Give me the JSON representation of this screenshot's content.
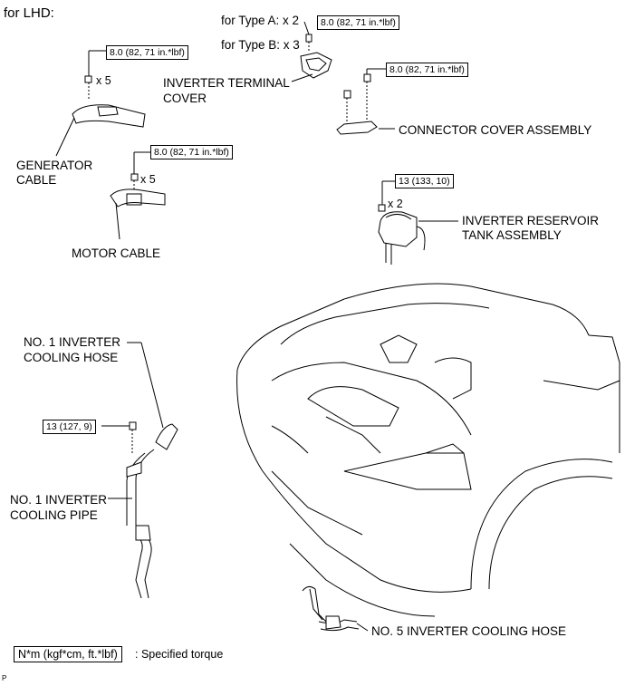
{
  "heading": "for LHD:",
  "type_a": "for Type A: x 2",
  "type_b": "for Type B: x 3",
  "torque_8": "8.0 (82, 71 in.*lbf)",
  "torque_13a": "13 (133, 10)",
  "torque_13b": "13 (127, 9)",
  "qty_x5": "x 5",
  "qty_x2": "x 2",
  "labels": {
    "inverter_terminal_cover": [
      "INVERTER TERMINAL",
      "COVER"
    ],
    "connector_cover": "CONNECTOR COVER ASSEMBLY",
    "generator_cable": [
      "GENERATOR",
      "CABLE"
    ],
    "motor_cable": "MOTOR CABLE",
    "reservoir": [
      "INVERTER RESERVOIR",
      "TANK ASSEMBLY"
    ],
    "cooling_hose_1": [
      "NO. 1 INVERTER",
      "COOLING HOSE"
    ],
    "cooling_pipe_1": [
      "NO. 1 INVERTER",
      "COOLING PIPE"
    ],
    "cooling_hose_5": "NO. 5 INVERTER COOLING HOSE"
  },
  "legend": {
    "box": "N*m (kgf*cm, ft.*lbf)",
    "text": ": Specified torque"
  },
  "corner_mark": "P"
}
